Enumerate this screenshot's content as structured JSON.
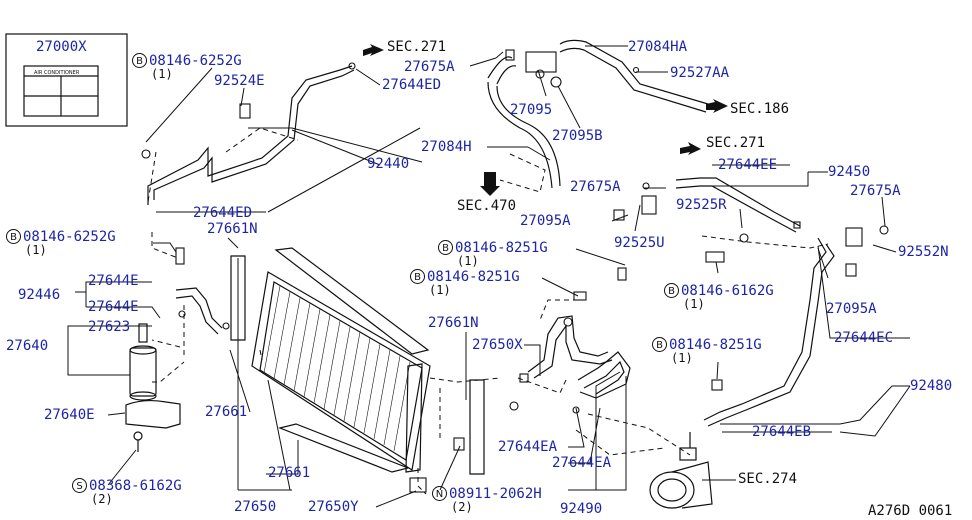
{
  "parts": {
    "p27000X": "27000X",
    "p08146_6252G_a": "08146-6252G",
    "q1_a": "(1)",
    "p92524E": "92524E",
    "sec271_top": "SEC.271",
    "p27675A_top": "27675A",
    "p27644ED_top": "27644ED",
    "p27084HA": "27084HA",
    "p92527AA": "92527AA",
    "sec186": "SEC.186",
    "p27095": "27095",
    "p27095B": "27095B",
    "p27084H": "27084H",
    "p92440": "92440",
    "sec271_mid": "SEC.271",
    "p27644EE": "27644EE",
    "p92450": "92450",
    "p27675A_mid": "27675A",
    "p27675A_right": "27675A",
    "sec470": "SEC.470",
    "p92525R": "92525R",
    "p27644ED_mid": "27644ED",
    "p27661N_left": "27661N",
    "p27095A_mid": "27095A",
    "p92525U": "92525U",
    "p92552N": "92552N",
    "p08146_6252G_b": "08146-6252G",
    "q1_b": "(1)",
    "p08146_8251G_a": "08146-8251G",
    "q1_c": "(1)",
    "p08146_8251G_b": "08146-8251G",
    "q1_d": "(1)",
    "p08146_6162G": "08146-6162G",
    "q1_e": "(1)",
    "p27095A_right": "27095A",
    "p27644E_a": "27644E",
    "p92446": "92446",
    "p27644E_b": "27644E",
    "p27623": "27623",
    "p27640": "27640",
    "p27661N_mid": "27661N",
    "p27650X": "27650X",
    "p08146_8251G_c": "08146-8251G",
    "q1_f": "(1)",
    "p27644EC": "27644EC",
    "p92480": "92480",
    "p27640E": "27640E",
    "p27661_a": "27661",
    "p27644EB": "27644EB",
    "p27644EA_a": "27644EA",
    "p27644EA_b": "27644EA",
    "p27661_b": "27661",
    "p08368_6162G": "08368-6162G",
    "q2_a": "(2)",
    "sec274": "SEC.274",
    "p27650": "27650",
    "p27650Y": "27650Y",
    "p08911_2062H": "08911-2062H",
    "q2_b": "(2)",
    "p92490": "92490",
    "diagram_code": "A276D 0061",
    "ac_label": "AIR CONDITIONER"
  },
  "markers": {
    "B": "B",
    "S": "S",
    "N": "N"
  },
  "colors": {
    "label": "#1d25a6",
    "line": "#111111"
  }
}
